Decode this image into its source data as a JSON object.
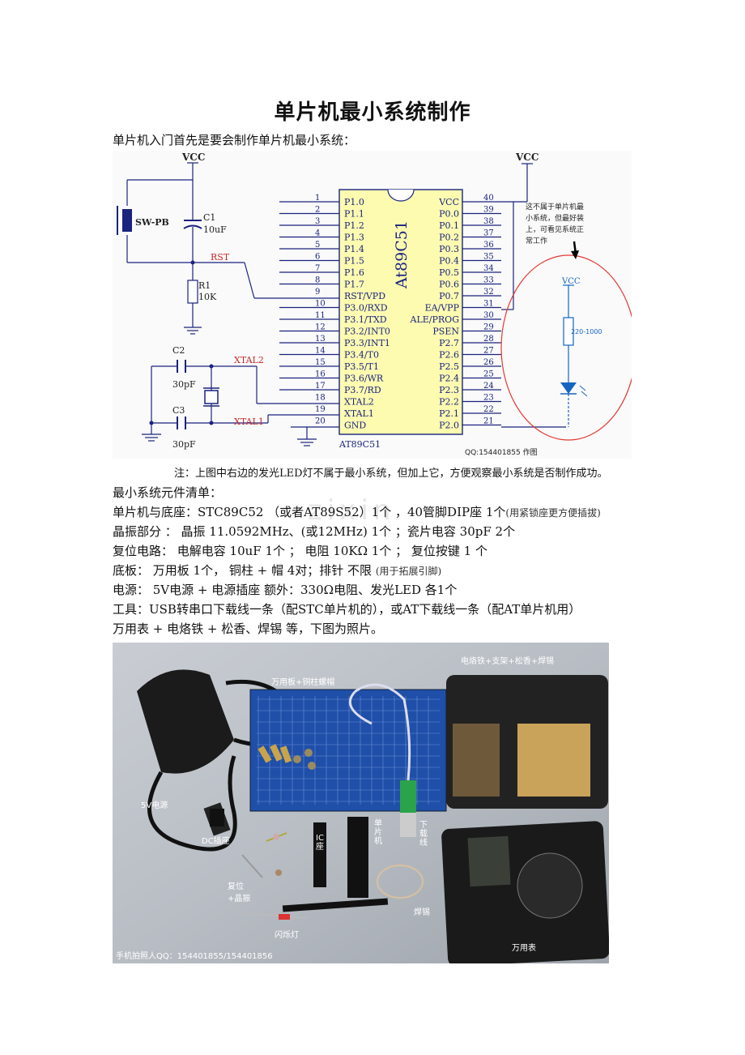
{
  "title": "单片机最小系统制作",
  "intro": "单片机入门首先是要会制作单片机最小系统：",
  "schematic": {
    "vcc": "VCC",
    "sw": "SW-PB",
    "c1": "C1",
    "c1v": "10uF",
    "rst": "RST",
    "r1": "R1",
    "r1v": "10K",
    "c2": "C2",
    "c2v": "30pF",
    "c3": "C3",
    "c3v": "30pF",
    "xtal2": "XTAL2",
    "xtal1": "XTAL1",
    "chip_name": "At89C51",
    "chip_caption": "AT89C51",
    "left_pins": [
      "P1.0",
      "P1.1",
      "P1.2",
      "P1.3",
      "P1.4",
      "P1.5",
      "P1.6",
      "P1.7",
      "RST/VPD",
      "P3.0/RXD",
      "P3.1/TXD",
      "P3.2/INT0",
      "P3.3/INT1",
      "P3.4/T0",
      "P3.5/T1",
      "P3.6/WR",
      "P3.7/RD",
      "XTAL2",
      "XTAL1",
      "GND"
    ],
    "left_nums": [
      "1",
      "2",
      "3",
      "4",
      "5",
      "6",
      "7",
      "8",
      "9",
      "10",
      "11",
      "12",
      "13",
      "14",
      "15",
      "16",
      "17",
      "18",
      "19",
      "20"
    ],
    "right_pins": [
      "VCC",
      "P0.0",
      "P0.1",
      "P0.2",
      "P0.3",
      "P0.4",
      "P0.5",
      "P0.6",
      "P0.7",
      "EA/VPP",
      "ALE/PROG",
      "PSEN",
      "P2.7",
      "P2.6",
      "P2.5",
      "P2.4",
      "P2.3",
      "P2.2",
      "P2.1",
      "P2.0"
    ],
    "right_nums": [
      "40",
      "39",
      "38",
      "37",
      "36",
      "35",
      "34",
      "33",
      "32",
      "31",
      "30",
      "29",
      "28",
      "27",
      "26",
      "25",
      "24",
      "23",
      "22",
      "21"
    ],
    "led_note": [
      "这不属于单片机最",
      "小系统，但最好装",
      "上，可看见系统正",
      "常工作"
    ],
    "res_label": "220-1000",
    "credit": "QQ:154401855 作图"
  },
  "note": "注：上图中右边的发光LED灯不属于最小系统，但加上它，方便观察最小系统是否制作成功。",
  "list_title": "最小系统元件清单：",
  "rows": [
    {
      "main": "单片机与底座：STC89C52 （或者AT89S52）1个 ，40管脚DIP座 1个",
      "small": "(用紧锁座更方便插拔)"
    },
    {
      "main": "晶振部分 ：    晶振 11.0592MHz、(或12MHz)  1个  ；瓷片电容 30pF  2个",
      "small": ""
    },
    {
      "main": "复位电路：      电解电容 10uF 1个 ；  电阻 10KΩ 1个 ；  复位按键 1 个",
      "small": ""
    },
    {
      "main": "底板：          万用板 1个，   铜柱 + 帽   4对；排针 不限 ",
      "small": "(用于拓展引脚)"
    },
    {
      "main": "电源：          5V电源 + 电源插座              额外：330Ω电阻、发光LED 各1个",
      "small": ""
    },
    {
      "main": "工具：USB转串口下载线一条（配STC单片机的），或AT下载线一条（配AT单片机用）",
      "small": ""
    },
    {
      "main": "        万用表 + 电烙铁 + 松香、焊锡 等，下图为照片。",
      "small": ""
    }
  ],
  "watermark": "zixin",
  "photo": {
    "board": "万用板+铜柱螺帽",
    "iron": "电烙铁+支架+松香+焊锡",
    "power": "5V电源",
    "dc": "DC插座",
    "ic": "IC座",
    "mcu": "单片机",
    "cable": "下载线",
    "crystal": "复位+晶振",
    "solder": "焊锡",
    "led": "闪烁灯",
    "meter": "万用表",
    "credit": "手机拍照人QQ：154401855/154401856"
  }
}
